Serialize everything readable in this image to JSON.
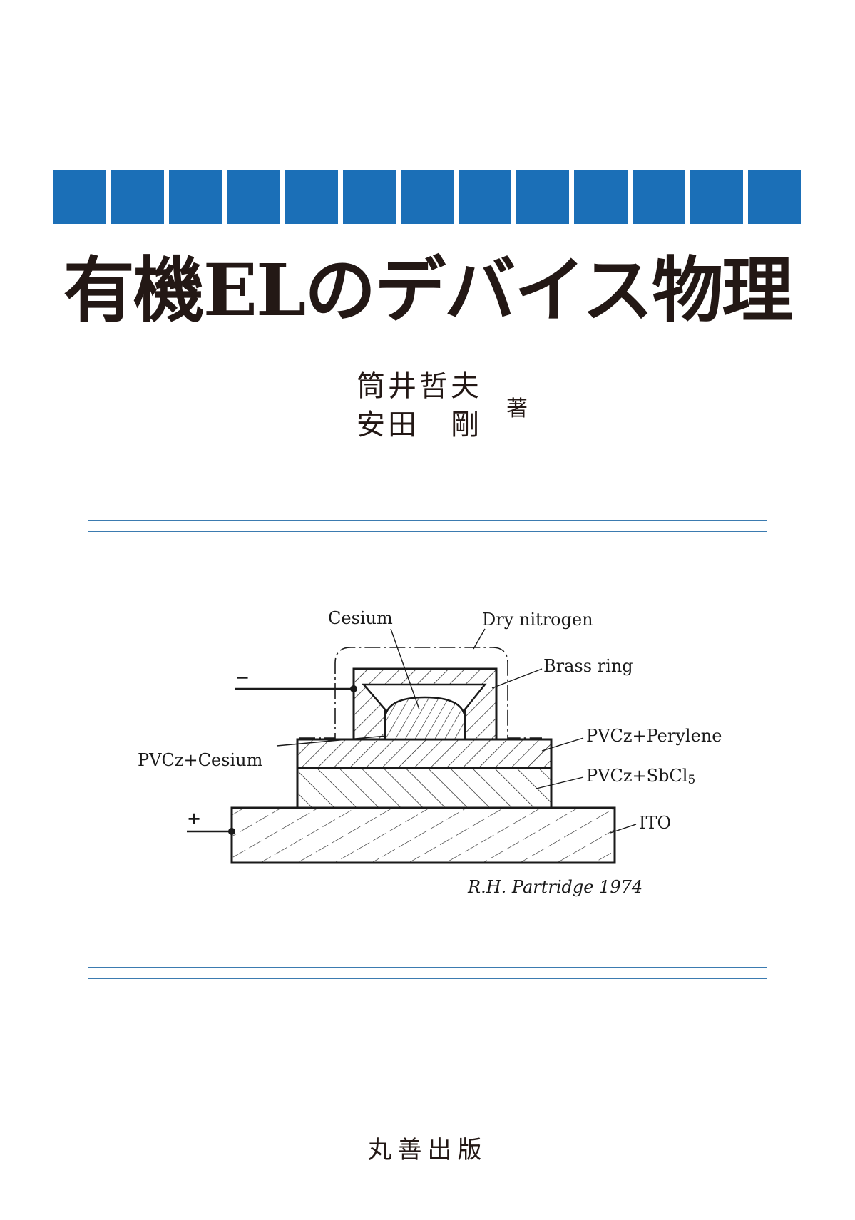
{
  "cover": {
    "title": "有機ELのデバイス物理",
    "authors": [
      "筒井哲夫",
      "安田　剛"
    ],
    "author_suffix": "著",
    "publisher": "丸善出版",
    "accent_color": "#1b6fb7",
    "block_count": 13
  },
  "figure": {
    "labels": {
      "cesium": "Cesium",
      "dry_nitrogen": "Dry nitrogen",
      "brass_ring": "Brass ring",
      "pvcz_perylene": "PVCz+Perylene",
      "pvcz_cesium": "PVCz+Cesium",
      "pvcz_sbcl_main": "PVCz+SbCl",
      "pvcz_sbcl_sub": "5",
      "ito": "ITO",
      "minus": "−",
      "plus": "+"
    },
    "credit": "R.H. Partridge 1974"
  }
}
